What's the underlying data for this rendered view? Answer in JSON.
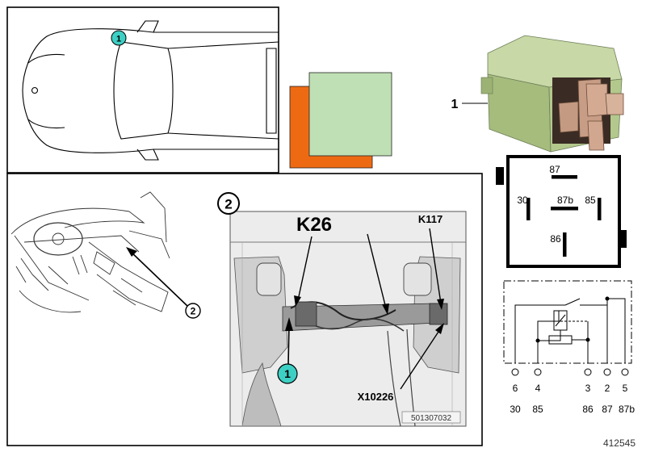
{
  "callouts": {
    "item_1": "1",
    "item_2": "2"
  },
  "labels": {
    "relay_k26": "K26",
    "relay_k117": "K117",
    "connector_x10226": "X10226",
    "photo_number": "501307032",
    "part_callout": "1",
    "diagram_number": "412545"
  },
  "pin_face": {
    "pins": [
      "87",
      "30",
      "87b",
      "85",
      "86"
    ]
  },
  "schematic": {
    "terminals": [
      {
        "pin": "6",
        "name": "30"
      },
      {
        "pin": "4",
        "name": "85"
      },
      {
        "pin": "3",
        "name": "86"
      },
      {
        "pin": "2",
        "name": "87"
      },
      {
        "pin": "5",
        "name": "87b"
      }
    ]
  },
  "colors": {
    "callout_teal": "#3ecfc4",
    "swatch_orange": "#ee6a12",
    "swatch_green": "#bfe0b4",
    "relay_body": "#b6cb8f",
    "line": "#000000"
  }
}
